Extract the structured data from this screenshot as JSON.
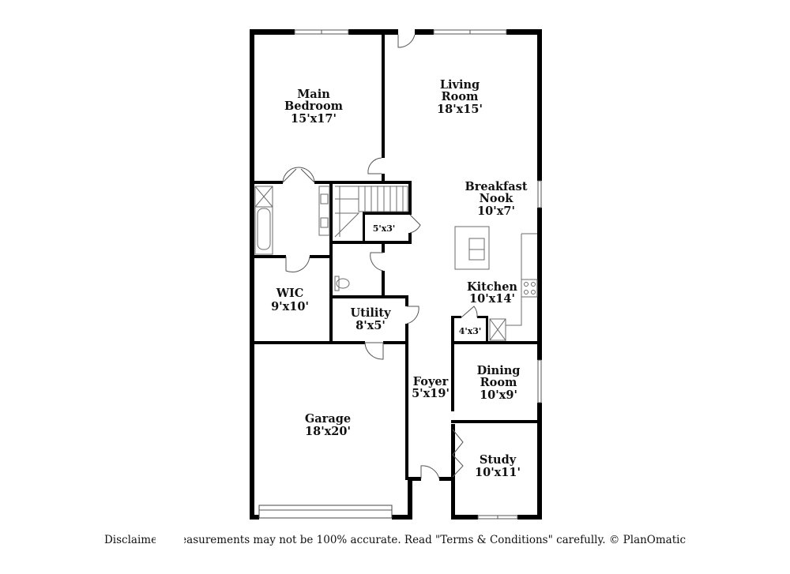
{
  "rooms": {
    "main_bedroom": {
      "name_line1": "Main",
      "name_line2": "Bedroom",
      "size": "15'x17'"
    },
    "living_room": {
      "name_line1": "Living",
      "name_line2": "Room",
      "size": "18'x15'"
    },
    "breakfast_nook": {
      "name_line1": "Breakfast",
      "name_line2": "Nook",
      "size": "10'x7'"
    },
    "closet_a": {
      "size": "5'x3'"
    },
    "kitchen": {
      "name": "Kitchen",
      "size": "10'x14'"
    },
    "wic": {
      "name": "WIC",
      "size": "9'x10'"
    },
    "utility": {
      "name": "Utility",
      "size": "8'x5'"
    },
    "pantry": {
      "size": "4'x3'"
    },
    "dining_room": {
      "name_line1": "Dining",
      "name_line2": "Room",
      "size": "10'x9'"
    },
    "foyer": {
      "name": "Foyer",
      "size": "5'x19'"
    },
    "garage": {
      "name": "Garage",
      "size": "18'x20'"
    },
    "study": {
      "name": "Study",
      "size": "10'x11'"
    }
  },
  "disclaimer": "Disclaimer: Measurements may not be 100% accurate. Read \"Terms & Conditions\" carefully. © PlanOmatic",
  "colors": {
    "wall": "#000000",
    "fixture": "#6b6b6b",
    "background": "#ffffff"
  }
}
